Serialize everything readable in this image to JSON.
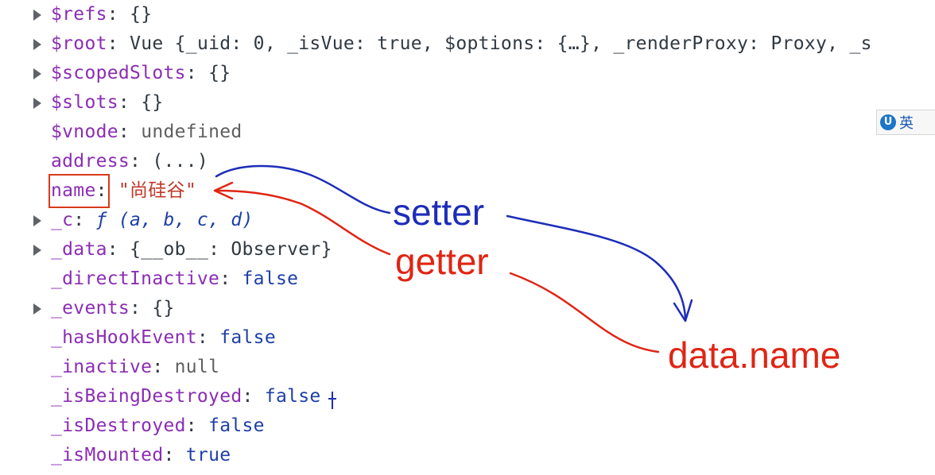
{
  "properties": [
    {
      "key": "$refs",
      "sep": ":",
      "value": "{}",
      "type": "obj",
      "expandable": true
    },
    {
      "key": "$root",
      "sep": ":",
      "value": "Vue {_uid: 0, _isVue: true, $options: {…}, _renderProxy: Proxy, _s",
      "type": "obj",
      "expandable": true
    },
    {
      "key": "$scopedSlots",
      "sep": ":",
      "value": "{}",
      "type": "obj",
      "expandable": true
    },
    {
      "key": "$slots",
      "sep": ":",
      "value": "{}",
      "type": "obj",
      "expandable": true
    },
    {
      "key": "$vnode",
      "sep": ":",
      "value": "undefined",
      "type": "null",
      "expandable": false
    },
    {
      "key": "address",
      "sep": ":",
      "value": "(...)",
      "type": "obj",
      "expandable": false
    },
    {
      "key": "name",
      "sep": ":",
      "value": "\"尚硅谷\"",
      "type": "str",
      "expandable": false,
      "highlighted": true
    },
    {
      "key": "_c",
      "sep": ":",
      "value": "ƒ (a, b, c, d)",
      "type": "fn",
      "expandable": true
    },
    {
      "key": "_data",
      "sep": ":",
      "value": "{__ob__: Observer}",
      "type": "obj",
      "expandable": true
    },
    {
      "key": "_directInactive",
      "sep": ":",
      "value": "false",
      "type": "bool",
      "expandable": false
    },
    {
      "key": "_events",
      "sep": ":",
      "value": "{}",
      "type": "obj",
      "expandable": true
    },
    {
      "key": "_hasHookEvent",
      "sep": ":",
      "value": "false",
      "type": "bool",
      "expandable": false
    },
    {
      "key": "_inactive",
      "sep": ":",
      "value": "null",
      "type": "null",
      "expandable": false
    },
    {
      "key": "_isBeingDestroyed",
      "sep": ":",
      "value": "false",
      "type": "bool",
      "expandable": false
    },
    {
      "key": "_isDestroyed",
      "sep": ":",
      "value": "false",
      "type": "bool",
      "expandable": false
    },
    {
      "key": "_isMounted",
      "sep": ":",
      "value": "true",
      "type": "bool",
      "expandable": false
    }
  ],
  "annotations": {
    "setter": "setter",
    "getter": "getter",
    "target": "data.name",
    "setter_color": "#1d2db8",
    "getter_color": "#e02514"
  },
  "ime": {
    "language": "英"
  }
}
